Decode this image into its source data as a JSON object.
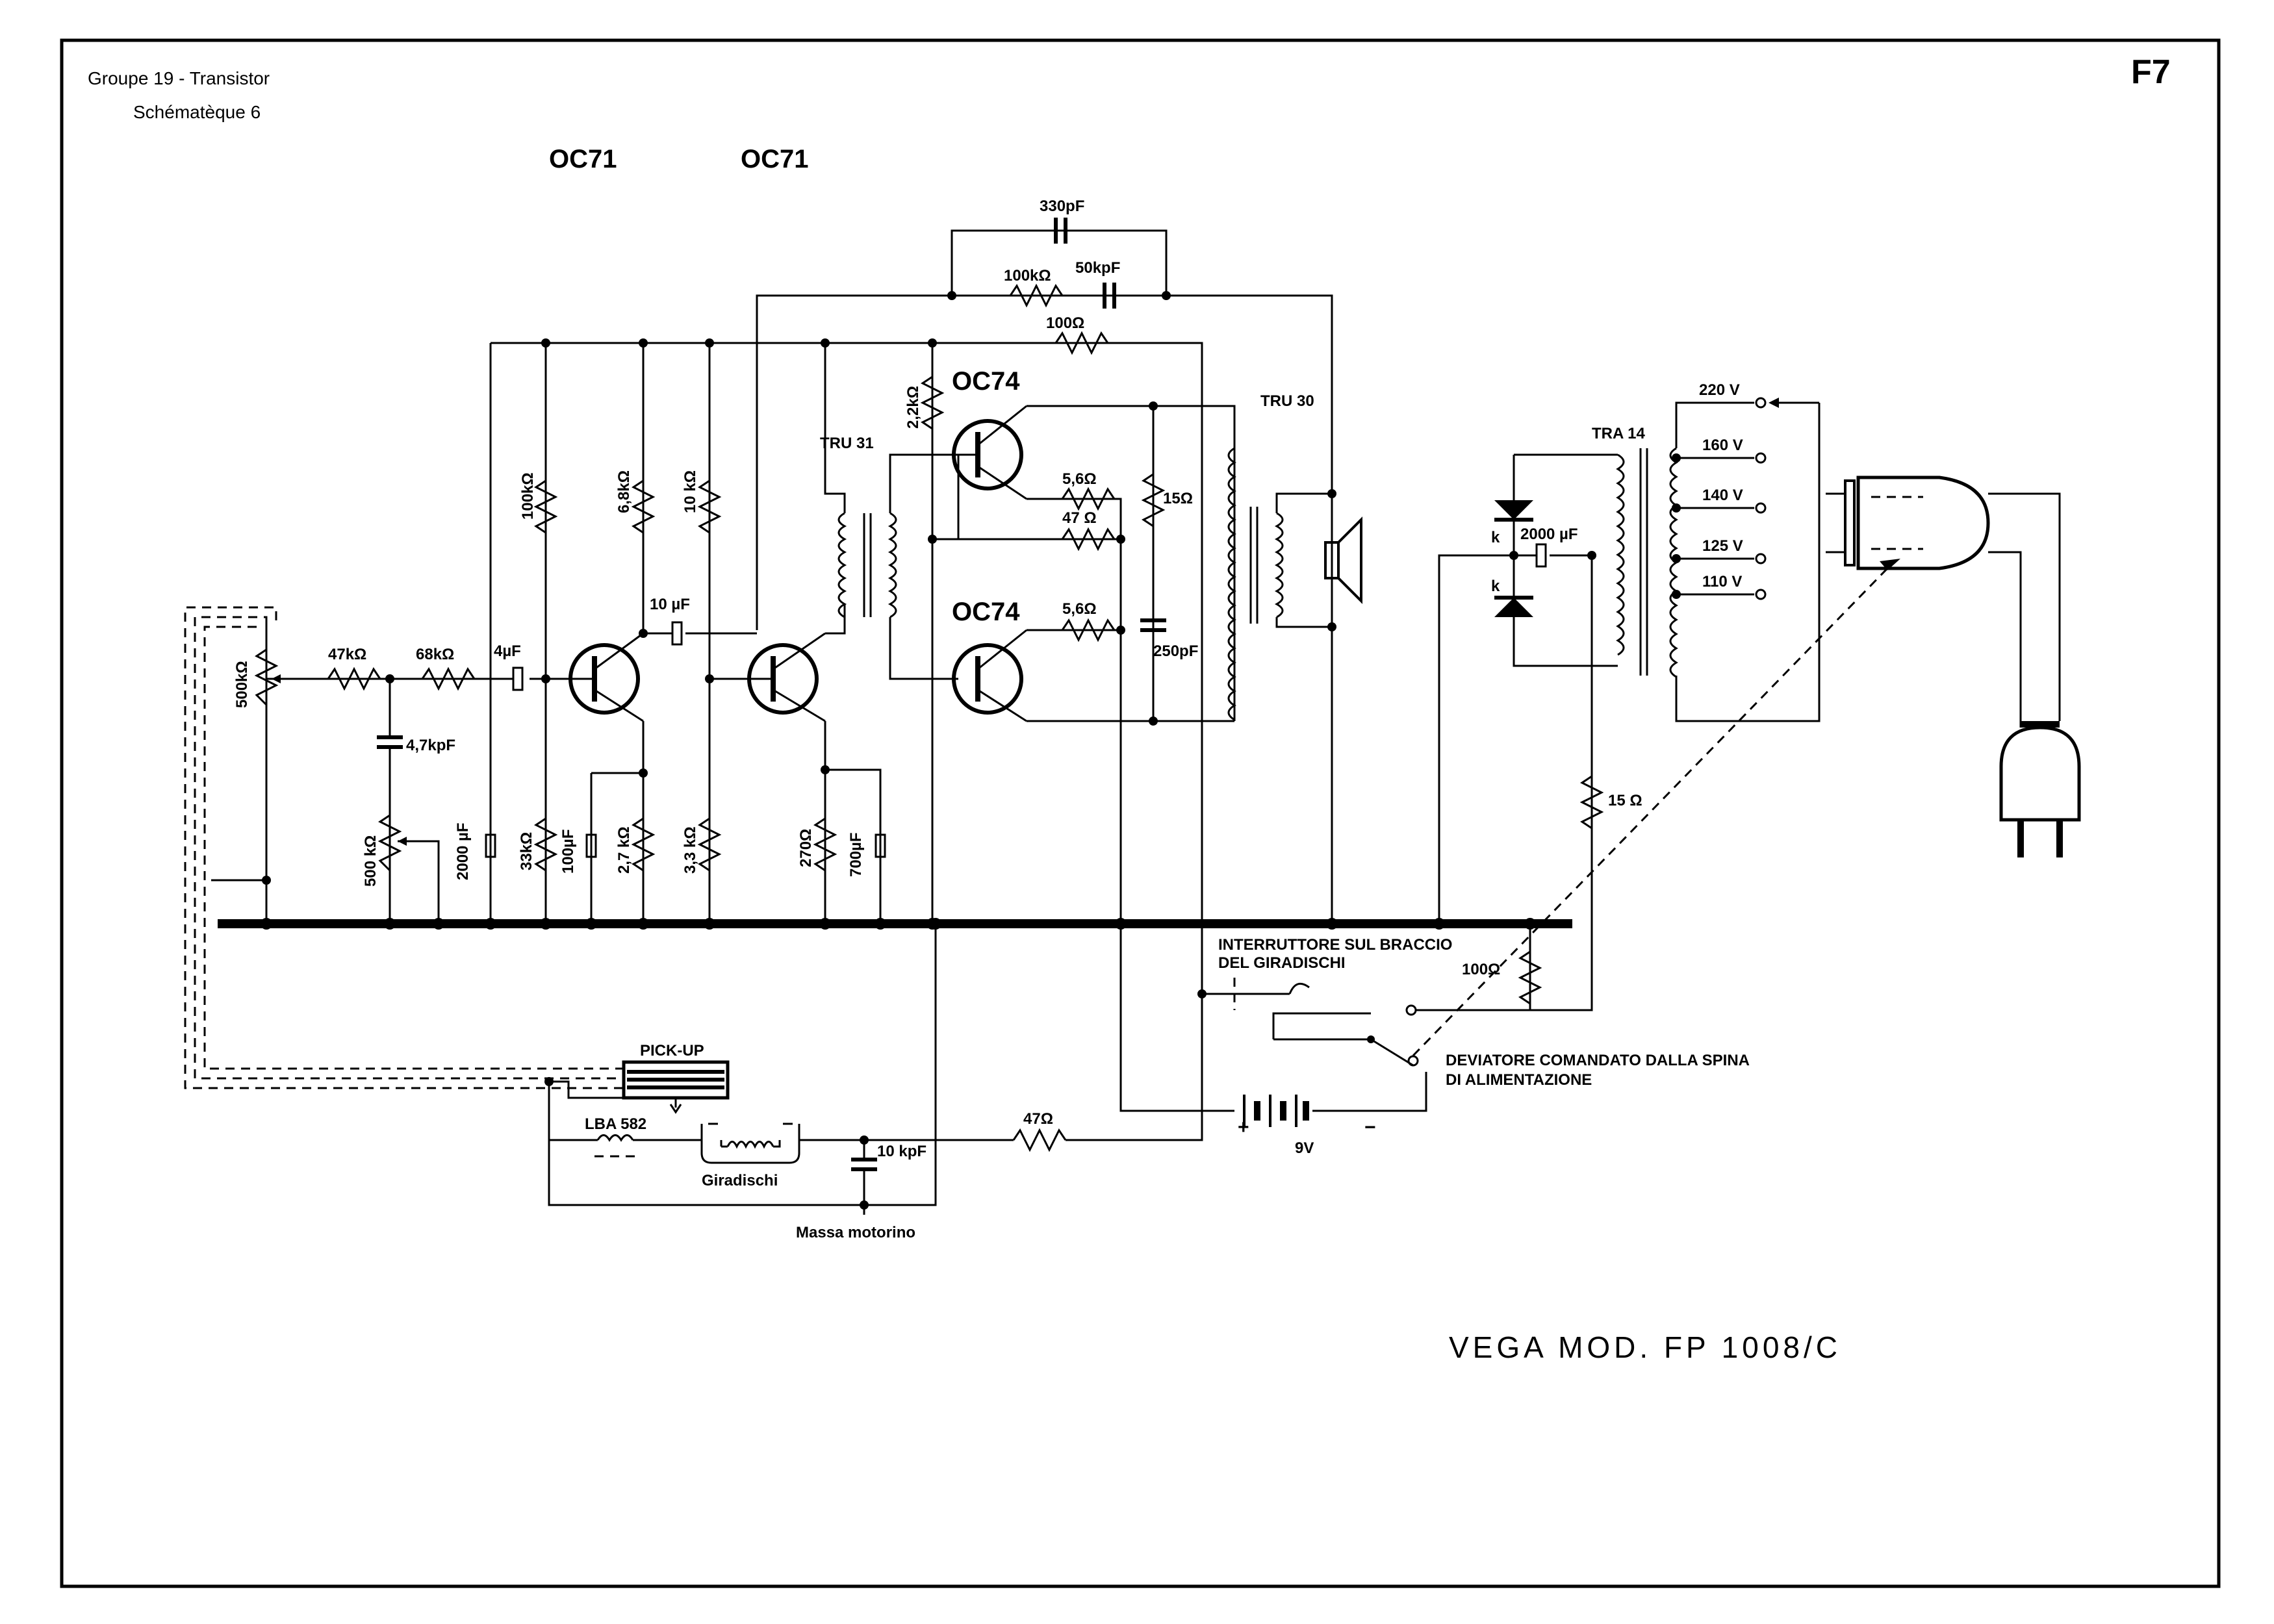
{
  "header": {
    "group": "Groupe 19 - Transistor",
    "series": "Schématèque 6",
    "sheet_code": "F7"
  },
  "model": "VEGA MOD. FP 1008/C",
  "transistors": {
    "q1": "OC71",
    "q2": "OC71",
    "q3": "OC74",
    "q4": "OC74"
  },
  "transformers": {
    "driver": "TRU 31",
    "output": "TRU 30",
    "mains": "TRA 14"
  },
  "components": {
    "c330p": "330pF",
    "r100k_fb": "100kΩ",
    "c50kp": "50kpF",
    "r100_top": "100Ω",
    "r22k": "2,2kΩ",
    "r100k": "100kΩ",
    "r68k": "6,8kΩ",
    "r10k": "10 kΩ",
    "c10u": "10 µF",
    "r47k": "47kΩ",
    "r68k_in": "68kΩ",
    "c4u": "4µF",
    "pot500k_vol": "500kΩ",
    "c47kp": "4,7kpF",
    "pot500k_tone": "500 kΩ",
    "c2000u": "2000 µF",
    "r33k": "33kΩ",
    "c100u": "100µF",
    "r27k": "2,7 kΩ",
    "r33k_b": "3,3 kΩ",
    "r270": "270Ω",
    "c700u": "700µF",
    "r56_a": "5,6Ω",
    "r47": "47 Ω",
    "r56_b": "5,6Ω",
    "r15": "15Ω",
    "c250p": "250pF",
    "c2000u_psu": "2000 µF",
    "diode_k1": "k",
    "diode_k2": "k",
    "r15_psu": "15 Ω",
    "r100_sw": "100Ω",
    "r47_motor": "47Ω",
    "c10kp": "10 kpF"
  },
  "taps": [
    "220 V",
    "160 V",
    "140 V",
    "125 V",
    "110 V"
  ],
  "labels": {
    "pickup": "PICK-UP",
    "lba": "LBA 582",
    "turntable": "Giradischi",
    "motor_ground": "Massa motorino",
    "switch_line1": "INTERRUTTORE SUL BRACCIO",
    "switch_line2": "DEL GIRADISCHI",
    "deviator_line1": "DEVIATORE COMANDATO DALLA SPINA",
    "deviator_line2": "DI ALIMENTAZIONE",
    "battery": "9V",
    "plus": "+",
    "minus": "−"
  }
}
